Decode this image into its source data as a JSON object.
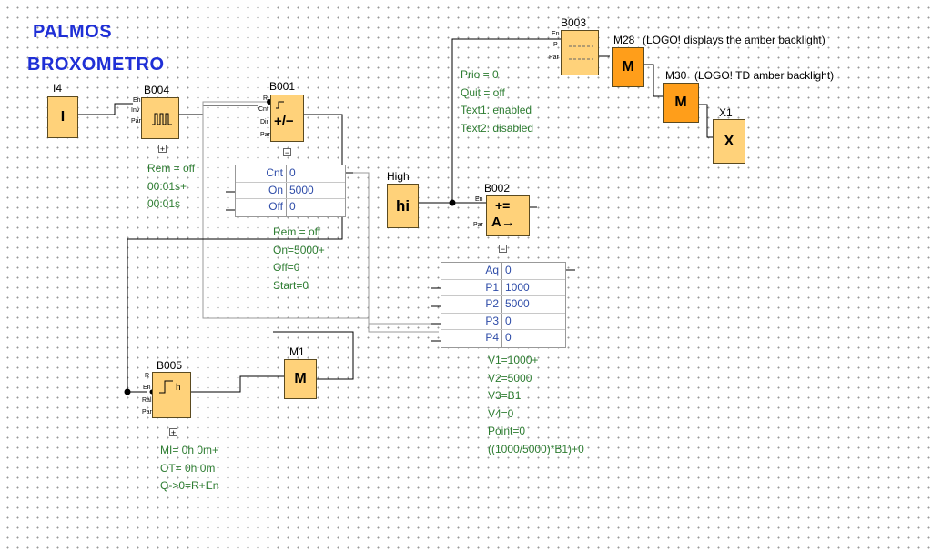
{
  "title": {
    "line1": "PALMOS",
    "line2": "BROXOMETRO"
  },
  "blocks": {
    "I4": {
      "label": "I4",
      "symbol": "I"
    },
    "B004": {
      "label": "B004",
      "pins": [
        "En",
        "Inv",
        "Par"
      ],
      "expand": "+",
      "params": [
        "Rem = off",
        "00:01s+",
        "00:01s"
      ]
    },
    "B001": {
      "label": "B001",
      "pins": [
        "R",
        "Cnt",
        "Dir",
        "Par"
      ],
      "symbol": "+/−",
      "expand": "−",
      "table": [
        {
          "k": "Cnt",
          "v": "0"
        },
        {
          "k": "On",
          "v": "5000"
        },
        {
          "k": "Off",
          "v": "0"
        }
      ],
      "params": [
        "Rem = off",
        "On=5000+",
        "Off=0",
        "Start=0"
      ]
    },
    "High": {
      "label": "High",
      "symbol": "hi"
    },
    "B002": {
      "label": "B002",
      "pins": [
        "En",
        "Par"
      ],
      "symbol_top": "+=",
      "symbol_bottom": "A→",
      "expand": "−",
      "table": [
        {
          "k": "Aq",
          "v": "0"
        },
        {
          "k": "P1",
          "v": "1000"
        },
        {
          "k": "P2",
          "v": "5000"
        },
        {
          "k": "P3",
          "v": "0"
        },
        {
          "k": "P4",
          "v": "0"
        }
      ],
      "params": [
        "V1=1000+",
        "V2=5000",
        "V3=B1",
        "V4=0",
        "Point=0",
        "((1000/5000)*B1)+0"
      ]
    },
    "B003": {
      "label": "B003",
      "pins": [
        "En",
        "P",
        "Par"
      ],
      "params": [
        "Prio = 0",
        "Quit = off",
        "Text1: enabled",
        "Text2: disabled"
      ]
    },
    "M28": {
      "label": "M28",
      "symbol": "M",
      "desc": "(LOGO! displays the amber backlight)"
    },
    "M30": {
      "label": "M30",
      "symbol": "M",
      "desc": "(LOGO! TD amber backlight)"
    },
    "X1": {
      "label": "X1",
      "symbol": "X"
    },
    "B005": {
      "label": "B005",
      "pins": [
        "R",
        "En",
        "Ral",
        "Par"
      ],
      "expand": "+",
      "params": [
        "MI=   0h 0m+",
        "OT=   0h 0m",
        "Q->0=R+En"
      ]
    },
    "M1": {
      "label": "M1",
      "symbol": "M"
    }
  },
  "colors": {
    "title": "#1f2fd6",
    "block": "#ffd27a",
    "marker": "#ff9e1a",
    "params": "#2e7d32",
    "table_text": "#2e4ca8"
  }
}
